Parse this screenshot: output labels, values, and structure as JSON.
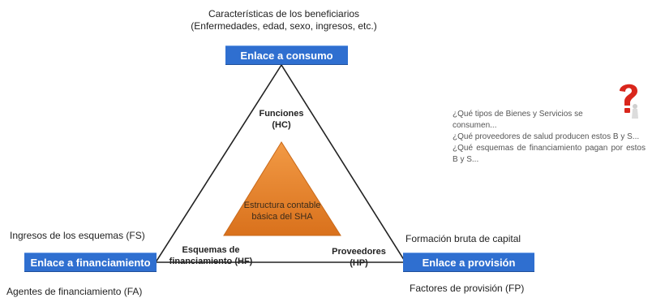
{
  "top": {
    "caption_line1": "Características de los beneficiarios",
    "caption_line2": "(Enfermedades, edad, sexo, ingresos, etc.)",
    "box_label": "Enlace a consumo"
  },
  "left": {
    "above": "Ingresos de los esquemas (FS)",
    "box_label": "Enlace a financiamiento",
    "below": "Agentes de financiamiento (FA)"
  },
  "right": {
    "above": "Formación bruta de capital",
    "box_label": "Enlace a provisión",
    "below": "Factores de provisión (FP)"
  },
  "triangle": {
    "top_line1": "Funciones",
    "top_line2": "(HC)",
    "left_line1": "Esquemas de",
    "left_line2": "financiamiento (HF)",
    "right_line1": "Proveedores",
    "right_line2": "(HP)",
    "inner_line1": "Estructura contable",
    "inner_line2": "básica del SHA"
  },
  "questions": [
    "¿Qué tipos de Bienes y Servicios se consumen...",
    "¿Qué proveedores de salud producen estos B y S...",
    "¿Qué esquemas de financiamiento pagan por estos B y S..."
  ],
  "colors": {
    "box": "#2f6fd0",
    "inner_triangle": "#e8822a",
    "question_icon": "#d9261c"
  },
  "icons": {
    "question": "question-mark-figure-icon"
  }
}
